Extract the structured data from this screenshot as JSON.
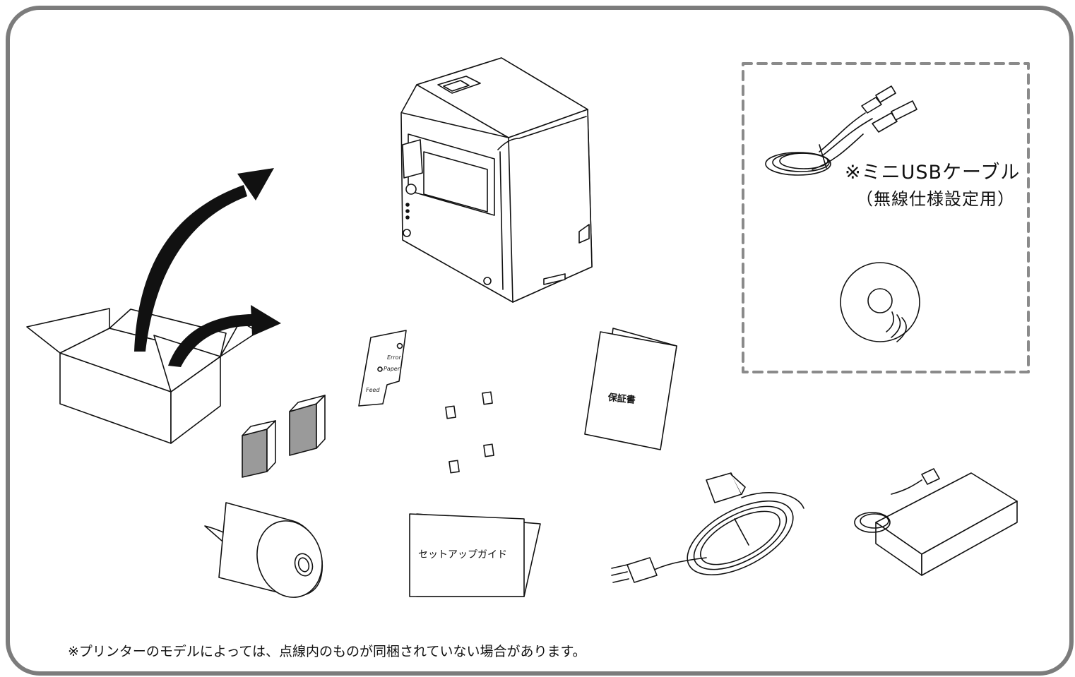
{
  "usb_cable": {
    "label": "※ミニUSBケーブル",
    "sublabel": "（無線仕様設定用）"
  },
  "warranty": {
    "label": "保証書"
  },
  "setup_guide": {
    "label": "セットアップガイド"
  },
  "panel_sheet": {
    "error": "Error",
    "paper": "Paper",
    "feed": "Feed"
  },
  "footnote": "※プリンターのモデルによっては、点線内のものが同梱されていない場合があります。",
  "colors": {
    "frame": "#7c7c7c",
    "dashed_box": "#8a8a8a",
    "arrow": "#111111",
    "gray_part": "#9a9a9a"
  }
}
